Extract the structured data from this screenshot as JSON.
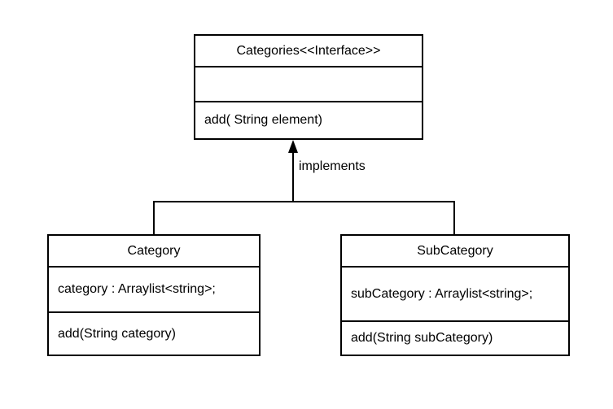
{
  "interface": {
    "name": "Categories<<Interface>>",
    "attributes": "",
    "method": "add( String element)"
  },
  "category": {
    "name": "Category",
    "attribute": "category : Arraylist<string>;",
    "method": "add(String category)"
  },
  "subcategory": {
    "name": "SubCategory",
    "attribute": "subCategory : Arraylist<string>;",
    "method": "add(String subCategory)"
  },
  "relation": {
    "label": "implements"
  }
}
